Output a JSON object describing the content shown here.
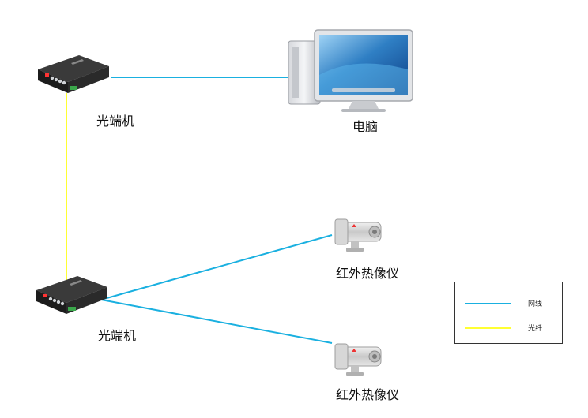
{
  "nodes": {
    "transceiver_top": {
      "label": "光端机"
    },
    "computer": {
      "label": "电脑"
    },
    "transceiver_bottom": {
      "label": "光端机"
    },
    "camera_top": {
      "label": "红外热像仪"
    },
    "camera_bottom": {
      "label": "红外热像仪"
    }
  },
  "legend": {
    "network": {
      "label": "网线",
      "color": "#1ab0e0"
    },
    "fiber": {
      "label": "光纤",
      "color": "#ffff33"
    }
  },
  "colors": {
    "network_line": "#1ab0e0",
    "fiber_line": "#ffff33"
  }
}
